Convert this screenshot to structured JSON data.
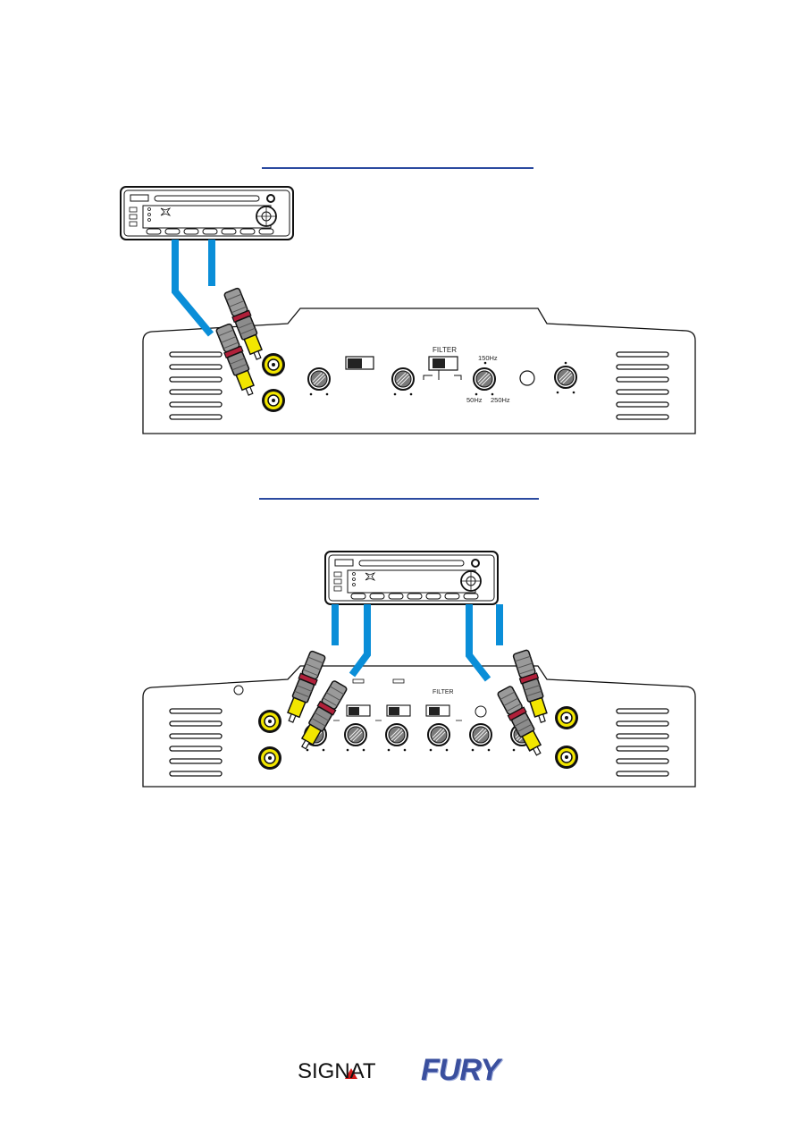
{
  "diagram1": {
    "filter_label": "FILTER",
    "freq_high": "150Hz",
    "freq_low": "50Hz",
    "freq_mid": "250Hz"
  },
  "diagram2": {
    "filter_label": "FILTER"
  },
  "colors": {
    "cable": "#0a8ed8",
    "rule": "#2b4aa0",
    "rca_yellow": "#f2e600",
    "rca_red": "#b0203a",
    "plug_grey": "#8c8c8c"
  },
  "footer": {
    "brand_signat": "SIGNAT",
    "brand_fury": "FURY"
  }
}
